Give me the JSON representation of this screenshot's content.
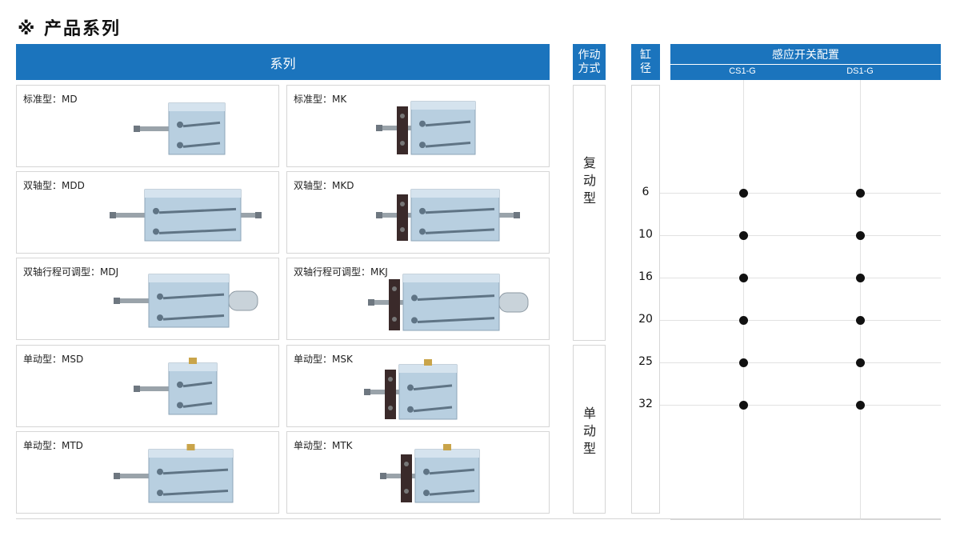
{
  "title": "※ 产品系列",
  "header": {
    "series": "系列",
    "action": "作动方式",
    "bore": "缸径",
    "switch": "感应开关配置",
    "switch_models": [
      "CS1-G",
      "DS1-G"
    ]
  },
  "products": [
    {
      "label": "标准型：MD",
      "icon": "cylinder-md"
    },
    {
      "label": "标准型：MK",
      "icon": "cylinder-mk"
    },
    {
      "label": "双轴型：MDD",
      "icon": "cylinder-mdd"
    },
    {
      "label": "双轴型：MKD",
      "icon": "cylinder-mkd"
    },
    {
      "label": "双轴行程可调型：MDJ",
      "icon": "cylinder-mdj"
    },
    {
      "label": "双轴行程可调型：MKJ",
      "icon": "cylinder-mkj"
    },
    {
      "label": "单动型：MSD",
      "icon": "cylinder-msd"
    },
    {
      "label": "单动型：MSK",
      "icon": "cylinder-msk"
    },
    {
      "label": "单动型：MTD",
      "icon": "cylinder-mtd"
    },
    {
      "label": "单动型：MTK",
      "icon": "cylinder-mtk"
    }
  ],
  "action_types": [
    "复动型",
    "单动型"
  ],
  "bore_sizes": [
    "6",
    "10",
    "16",
    "20",
    "25",
    "32"
  ],
  "switch_availability": [
    [
      true,
      true
    ],
    [
      true,
      true
    ],
    [
      true,
      true
    ],
    [
      true,
      true
    ],
    [
      true,
      true
    ],
    [
      true,
      true
    ]
  ],
  "colors": {
    "header_blue": "#1b74bd",
    "cylinder": "#b8cfe0",
    "bracket": "#3a2a2a"
  }
}
